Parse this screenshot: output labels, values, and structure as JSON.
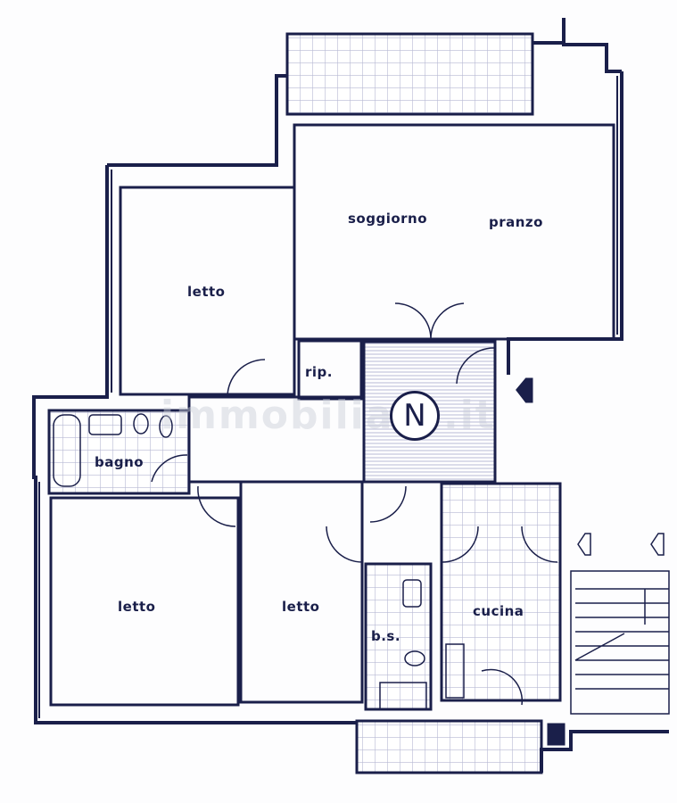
{
  "title": "Floor plan",
  "watermark": "immobiliare.it",
  "north_marker": "N",
  "rooms": {
    "soggiorno": "soggiorno",
    "pranzo": "pranzo",
    "letto_top": "letto",
    "letto_bottom_left": "letto",
    "letto_middle": "letto",
    "ripostiglio": "rip.",
    "bagno": "bagno",
    "bagno_servizio": "b.s.",
    "cucina": "cucina"
  },
  "colors": {
    "ink": "#1a1f4a",
    "tile": "#c9cbe0"
  }
}
